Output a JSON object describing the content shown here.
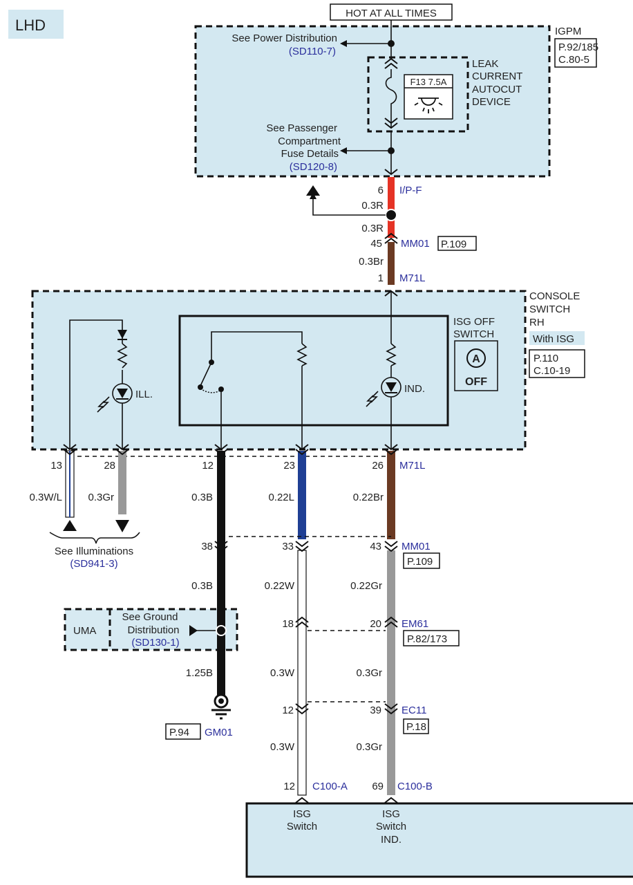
{
  "region_label": "LHD",
  "power_source": "HOT AT ALL TIMES",
  "colors": {
    "module_fill": "#d3e8f1",
    "red": "#e53325",
    "brown": "#6b3a23",
    "black": "#111111",
    "blue": "#1f3f94",
    "gray": "#999999",
    "label_blue": "#2b2f9c"
  },
  "igpm": {
    "name": "IGPM",
    "ref_line1": "P.92/185",
    "ref_line2": "C.80-5",
    "power_dist_text": "See Power Distribution",
    "power_dist_ref": "(SD110-7)",
    "fuse_details_line1": "See Passenger",
    "fuse_details_line2": "Compartment",
    "fuse_details_line3": "Fuse Details",
    "fuse_details_ref": "(SD120-8)",
    "leak_line1": "LEAK",
    "leak_line2": "CURRENT",
    "leak_line3": "AUTOCUT",
    "leak_line4": "DEVICE",
    "fuse_label": "F13 7.5A",
    "fuse_icon": "lamp-icon"
  },
  "upper_wires": {
    "pin_ipf": "6",
    "conn_ipf": "I/P-F",
    "wire1": "0.3R",
    "wire2": "0.3R",
    "pin_mm01": "45",
    "conn_mm01": "MM01",
    "ref_mm01": "P.109",
    "wire3": "0.3Br",
    "pin_m71l": "1",
    "conn_m71l": "M71L"
  },
  "console": {
    "name_line1": "CONSOLE",
    "name_line2": "SWITCH",
    "name_line3": "RH",
    "option": "With ISG",
    "ref_line1": "P.110",
    "ref_line2": "C.10-19",
    "ill_label": "ILL.",
    "ind_label": "IND.",
    "switch_line1": "ISG OFF",
    "switch_line2": "SWITCH",
    "icon_letter": "A",
    "icon_text": "OFF"
  },
  "lower": {
    "pins_m71l": [
      "13",
      "28",
      "12",
      "23",
      "26"
    ],
    "conn_m71l": "M71L",
    "wires_a": [
      "0.3W/L",
      "0.3Gr",
      "0.3B",
      "0.22L",
      "0.22Br"
    ],
    "illum_text": "See Illuminations",
    "illum_ref": "(SD941-3)",
    "pins_mm01": [
      "38",
      "33",
      "43"
    ],
    "conn_mm01": "MM01",
    "ref_mm01": "P.109",
    "wires_b": [
      "0.3B",
      "0.22W",
      "0.22Gr"
    ],
    "pins_em61": [
      "18",
      "20"
    ],
    "conn_em61": "EM61",
    "ref_em61": "P.82/173",
    "uma": "UMA",
    "ground_line1": "See Ground",
    "ground_line2": "Distribution",
    "ground_ref": "(SD130-1)",
    "wires_c": [
      "1.25B",
      "0.3W",
      "0.3Gr"
    ],
    "ground_ref_page": "P.94",
    "ground_conn": "GM01",
    "pins_ec11": [
      "12",
      "39"
    ],
    "conn_ec11": "EC11",
    "ref_ec11": "P.18",
    "wires_d": [
      "0.3W",
      "0.3Gr"
    ],
    "pins_c100": [
      "12",
      "69"
    ],
    "conn_c100a": "C100-A",
    "conn_c100b": "C100-B",
    "ecu_pin1_line1": "ISG",
    "ecu_pin1_line2": "Switch",
    "ecu_pin2_line1": "ISG",
    "ecu_pin2_line2": "Switch",
    "ecu_pin2_line3": "IND."
  }
}
